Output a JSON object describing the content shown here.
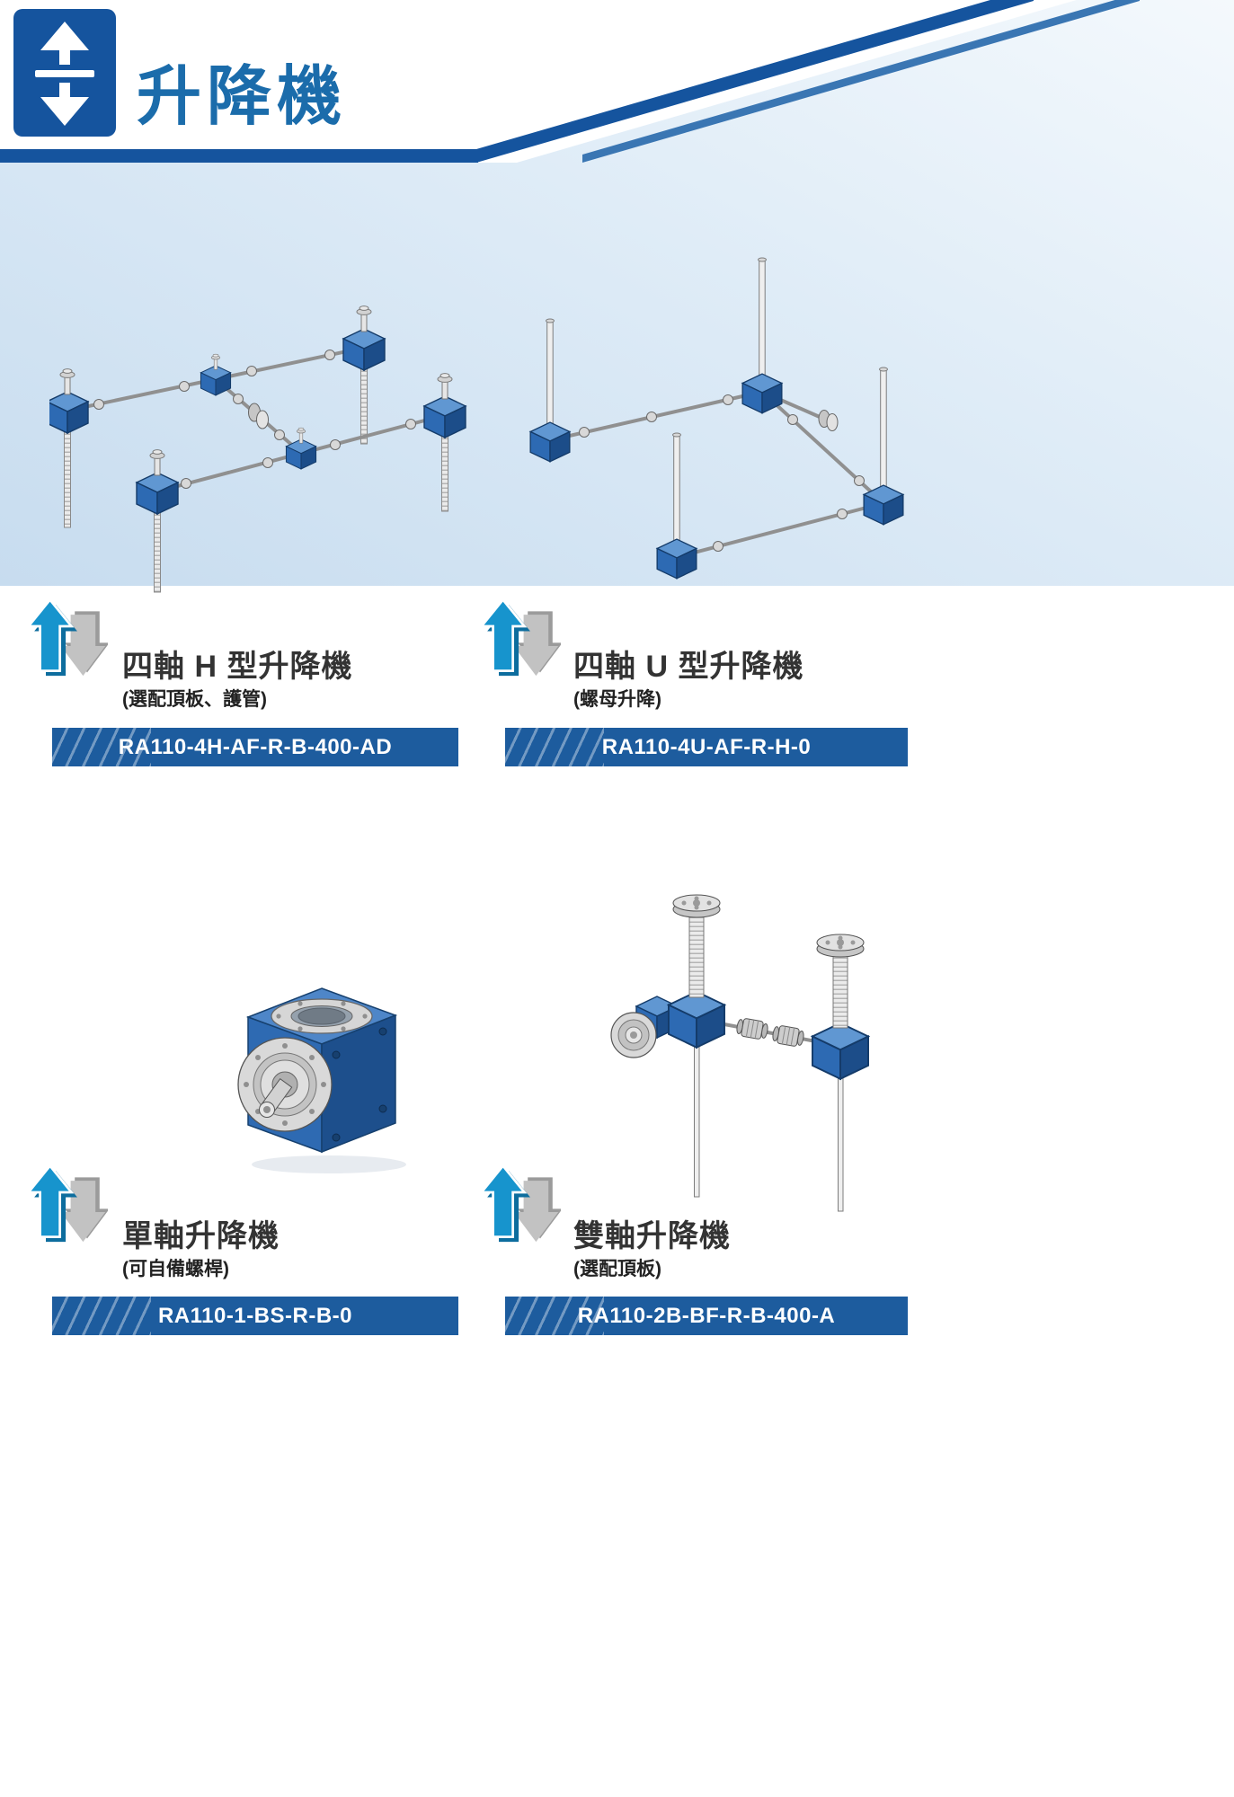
{
  "header": {
    "title": "升降機"
  },
  "icons": {
    "header_icon": "lift-up-down-icon",
    "product_bullet_icon": "up-down-arrows-icon"
  },
  "products": [
    {
      "title": "四軸 H 型升降機",
      "subtitle": "(選配頂板、護管)",
      "model": "RA110-4H-AF-R-B-400-AD",
      "illustration": "four-axis-h-type-screw-jack-system"
    },
    {
      "title": "四軸 U 型升降機",
      "subtitle": "(螺母升降)",
      "model": "RA110-4U-AF-R-H-0",
      "illustration": "four-axis-u-type-screw-jack-system"
    },
    {
      "title": "單軸升降機",
      "subtitle": "(可自備螺桿)",
      "model": "RA110-1-BS-R-B-0",
      "illustration": "single-axis-screw-jack-gearbox"
    },
    {
      "title": "雙軸升降機",
      "subtitle": "(選配頂板)",
      "model": "RA110-2B-BF-R-B-400-A",
      "illustration": "double-axis-screw-jack-system"
    }
  ],
  "colors": {
    "primary_blue": "#15549e",
    "title_blue": "#1b6cab",
    "banner_blue": "#1d5c9e",
    "panel_light_blue": "#cfe2f2",
    "arrow_up_blue": "#1794cd",
    "arrow_down_gray": "#c2c2c2",
    "machine_blue": "#2d6ab3"
  }
}
